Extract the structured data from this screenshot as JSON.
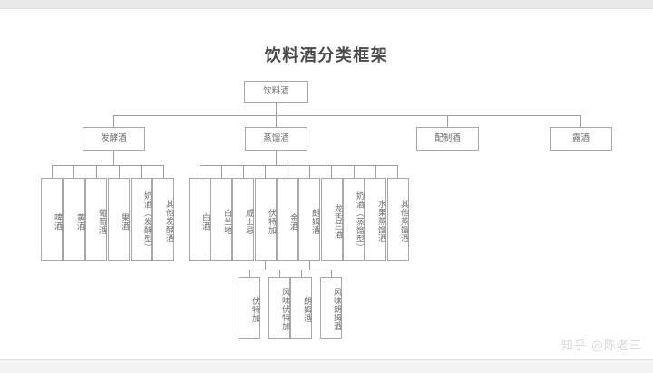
{
  "page": {
    "title": "饮料酒分类框架",
    "watermark": "知乎 @陈老三",
    "colors": {
      "background": "#ffffff",
      "box_border": "#a8a8a8",
      "connector": "#9f9f9f",
      "title_text": "#4a4a4a",
      "node_text": "#6b6b6b",
      "watermark_text": "#d8d8d8",
      "page_edge": "#e9e9e9"
    }
  },
  "chart_data": {
    "type": "diagram",
    "diagram_type": "tree-hierarchy",
    "title": "饮料酒分类框架",
    "orientation": "top-down",
    "root": {
      "id": "root",
      "label": "饮料酒",
      "level": 0
    },
    "levels": [
      {
        "level": 1,
        "parent": "饮料酒",
        "nodes": [
          "发酵酒",
          "蒸馏酒",
          "配制酒",
          "露酒"
        ]
      },
      {
        "level": 2,
        "parent": "发酵酒",
        "nodes": [
          "啤酒",
          "黄酒",
          "葡萄酒",
          "果酒",
          "奶酒（发酵型）",
          "其他发酵酒"
        ]
      },
      {
        "level": 2,
        "parent": "蒸馏酒",
        "nodes": [
          "白酒",
          "白兰地",
          "威士忌",
          "伏特加",
          "金酒",
          "朗姆酒",
          "龙舌兰酒",
          "奶酒（蒸馏型）",
          "水果蒸馏酒",
          "其他蒸馏酒"
        ]
      },
      {
        "level": 3,
        "parent": "伏特加",
        "nodes": [
          "伏特加",
          "风味伏特加"
        ]
      },
      {
        "level": 3,
        "parent": "朗姆酒",
        "nodes": [
          "朗姆酒",
          "风味朗姆酒"
        ]
      }
    ]
  },
  "nodes": {
    "root": "饮料酒",
    "l1": {
      "fermented": "发酵酒",
      "distilled": "蒸馏酒",
      "blended": "配制酒",
      "lujiu": "露酒"
    },
    "fermented_children": [
      "啤酒",
      "黄酒",
      "葡萄酒",
      "果酒",
      "奶酒（发酵型）",
      "其他发酵酒"
    ],
    "distilled_children": [
      "白酒",
      "白兰地",
      "威士忌",
      "伏特加",
      "金酒",
      "朗姆酒",
      "龙舌兰酒",
      "奶酒（蒸馏型）",
      "水果蒸馏酒",
      "其他蒸馏酒"
    ],
    "vodka_children": [
      "伏特加",
      "风味伏特加"
    ],
    "rum_children": [
      "朗姆酒",
      "风味朗姆酒"
    ]
  }
}
